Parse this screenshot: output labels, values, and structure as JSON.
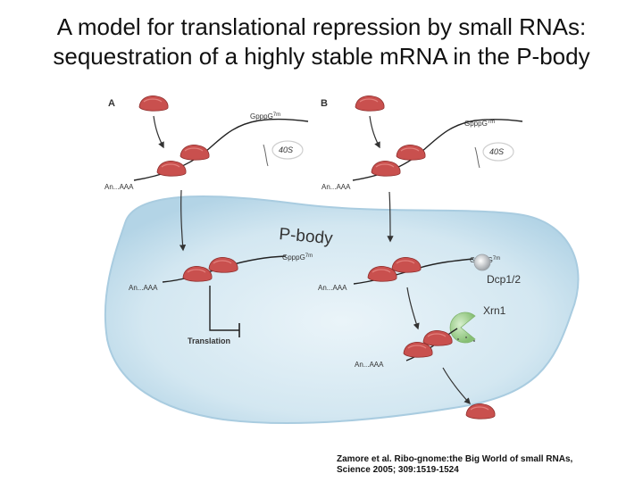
{
  "title_line1": "A model for translational repression by small RNAs:",
  "title_line2": "sequestration of a highly stable mRNA in the P-body",
  "panel_a": "A",
  "panel_b": "B",
  "cap": "GpppG",
  "cap_sup": "7m",
  "cap_partial": "ppG",
  "tail": "An...AAA",
  "subunit": "40S",
  "pbody": "P-body",
  "translation": "Translation",
  "dcp": "Dcp1/2",
  "xrn": "Xrn1",
  "citation_line1": "Zamore et al.  Ribo-gnome:the Big World of small RNAs,",
  "citation_line2": "Science 2005; 309:1519-1524",
  "colors": {
    "ribosome": "#c9504e",
    "pbody_fill": "#cfe4ef",
    "pbody_edge": "#9fc3d8",
    "xrn1": "#9fd08e",
    "dcp": "#b9bdc1"
  }
}
